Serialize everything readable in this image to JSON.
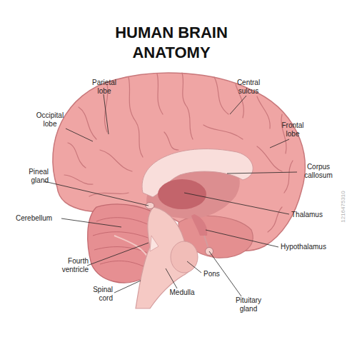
{
  "diagram": {
    "title": "HUMAN BRAIN ANATOMY",
    "labels": [
      "Parietal lobe",
      "Central sulcus",
      "Occipital lobe",
      "Frontal lobe",
      "Pineal gland",
      "Corpus callosum",
      "Thalamus",
      "Cerebellum",
      "Hypothalamus",
      "Fourth ventricle",
      "Pons",
      "Pituitary gland",
      "Spinal cord",
      "Medulla",
      "1216475310"
    ]
  }
}
